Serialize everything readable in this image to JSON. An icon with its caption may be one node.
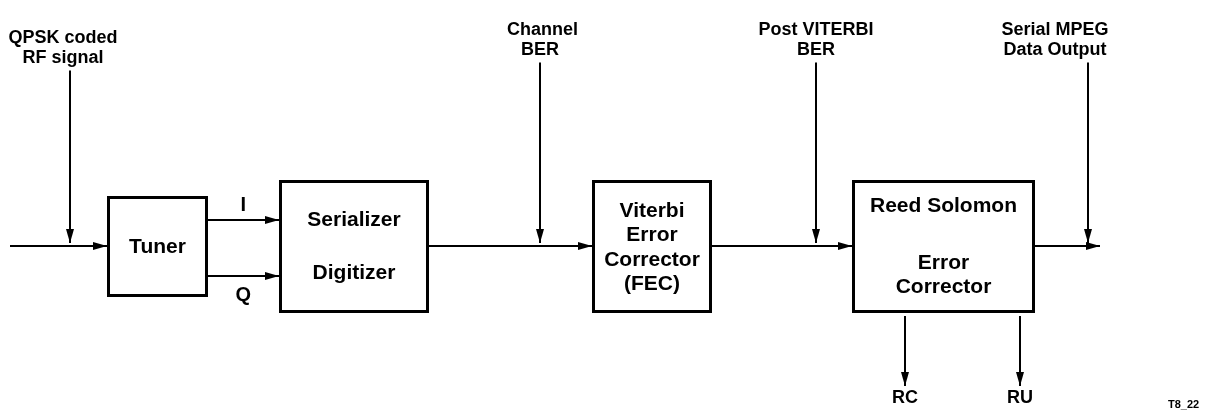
{
  "diagram": {
    "nodes": [
      {
        "text": [
          "QPSK coded RF signal"
        ]
      },
      {
        "text": [
          "Tuner"
        ]
      },
      {
        "text": [
          "Serializer",
          "Digitizer"
        ]
      },
      {
        "text": [
          "Channel BER"
        ]
      },
      {
        "text": [
          "Viterbi Error Corrector (FEC)"
        ]
      },
      {
        "text": [
          "Post VITERBI BER"
        ]
      },
      {
        "text": [
          "Reed Solomon",
          "Error Corrector"
        ]
      },
      {
        "text": [
          "Serial MPEG Data Output"
        ]
      },
      {
        "text": [
          "RC"
        ]
      },
      {
        "text": [
          "RU"
        ]
      }
    ],
    "edges": [
      {
        "from": null,
        "to": 1,
        "arrow": "to"
      },
      {
        "from": 1,
        "to": 2,
        "arrow": "to",
        "label": "I"
      },
      {
        "from": 1,
        "to": 2,
        "arrow": "to",
        "label": "Q"
      },
      {
        "from": 2,
        "to": 4,
        "arrow": "to"
      },
      {
        "from": 4,
        "to": 6,
        "arrow": "to"
      },
      {
        "from": 6,
        "to": null,
        "arrow": "to"
      },
      {
        "from": 6,
        "to": 8,
        "arrow": "to"
      },
      {
        "from": 6,
        "to": 9,
        "arrow": "to"
      },
      {
        "from": 0,
        "to": null,
        "arrow": "to"
      },
      {
        "from": 3,
        "to": null,
        "arrow": "to"
      },
      {
        "from": 5,
        "to": null,
        "arrow": "to"
      },
      {
        "from": 7,
        "to": null,
        "arrow": "to"
      }
    ],
    "labels": [
      "T8_22"
    ]
  }
}
